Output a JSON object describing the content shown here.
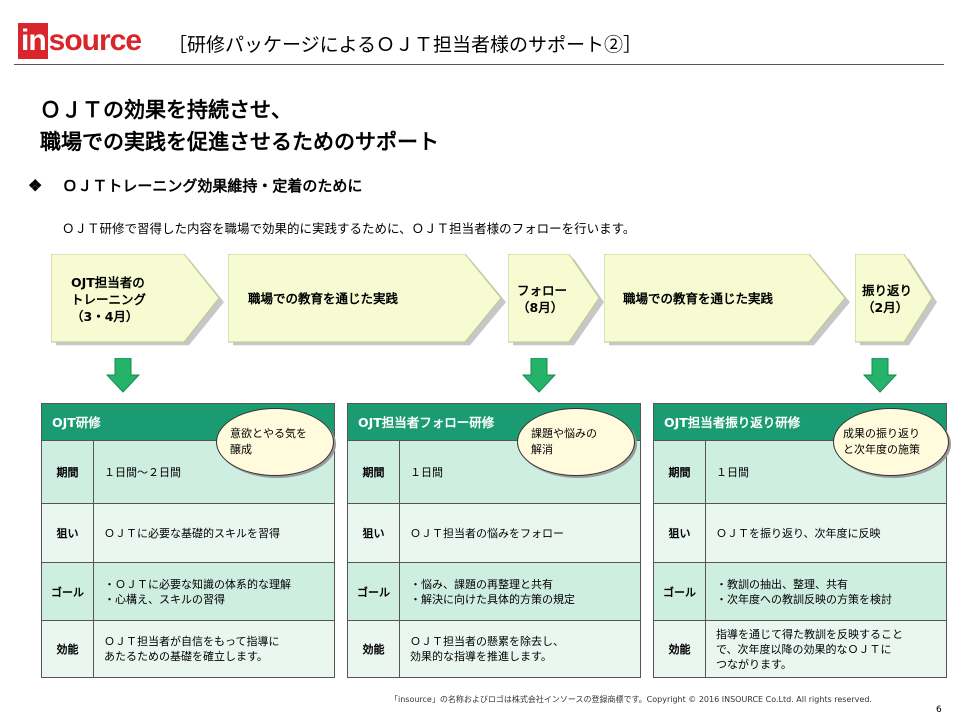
{
  "header": {
    "logo_part1": "in",
    "logo_part2": "source",
    "title": "［研修パッケージによるＯＪＴ担当者様のサポート②］"
  },
  "headline": {
    "line1": "ＯＪＴの効果を持続させ、",
    "line2": "職場での実践を促進させるためのサポート"
  },
  "section": {
    "bullet": "❖",
    "heading": "ＯＪＴトレーニング効果維持・定着のために",
    "description": "ＯＪＴ研修で習得した内容を職場で効果的に実践するために、ＯＪＴ担当者様のフォローを行います。"
  },
  "flow": [
    {
      "label": "OJT担当者の\nトレーニング\n（3・4月）"
    },
    {
      "label": "職場での教育を通じた実践"
    },
    {
      "label": "フォロー\n（8月）"
    },
    {
      "label": "職場での教育を通じた実践"
    },
    {
      "label": "振り返り\n（2月）"
    }
  ],
  "cards": [
    {
      "title": "OJT研修",
      "bubble_line1": "意欲とやる気を",
      "bubble_line2": "醸成",
      "rows": [
        {
          "label": "期間",
          "value": "１日間～２日間"
        },
        {
          "label": "狙い",
          "value": "ＯＪＴに必要な基礎的スキルを習得"
        },
        {
          "label": "ゴール",
          "value": "・ＯＪＴに必要な知識の体系的な理解\n・心構え、スキルの習得"
        },
        {
          "label": "効能",
          "value": "ＯＪＴ担当者が自信をもって指導に\nあたるための基礎を確立します。"
        }
      ]
    },
    {
      "title": "OJT担当者フォロー研修",
      "bubble_line1": "課題や悩みの",
      "bubble_line2": "解消",
      "rows": [
        {
          "label": "期間",
          "value": "１日間"
        },
        {
          "label": "狙い",
          "value": "ＯＪＴ担当者の悩みをフォロー"
        },
        {
          "label": "ゴール",
          "value": "・悩み、課題の再整理と共有\n・解決に向けた具体的方策の規定"
        },
        {
          "label": "効能",
          "value": "ＯＪＴ担当者の懸累を除去し、\n効果的な指導を推進します。"
        }
      ]
    },
    {
      "title": "OJT担当者振り返り研修",
      "bubble_line1": "成果の振り返り",
      "bubble_line2": "と次年度の施策",
      "rows": [
        {
          "label": "期間",
          "value": "１日間"
        },
        {
          "label": "狙い",
          "value": "ＯＪＴを振り返り、次年度に反映"
        },
        {
          "label": "ゴール",
          "value": "・教訓の抽出、整理、共有\n・次年度への教訓反映の方策を検討"
        },
        {
          "label": "効能",
          "value": "指導を通じて得た教訓を反映すること\nで、次年度以降の効果的なＯＪＴに\nつながります。"
        }
      ]
    }
  ],
  "footer": {
    "copyright": "「insource」の名称およびロゴは株式会社インソースの登録商標です。Copyright © 2016 INSOURCE Co.Ltd. All rights reserved.",
    "page": "6"
  },
  "colors": {
    "brand_red": "#d9262c",
    "card_header_green": "#1a9b72",
    "row_green_dark": "#cfeee2",
    "row_green_light": "#eaf7f1",
    "arrow_fill": "#f7fbd2",
    "down_arrow_green": "#25b36b",
    "bubble_fill": "#fffbdc"
  }
}
